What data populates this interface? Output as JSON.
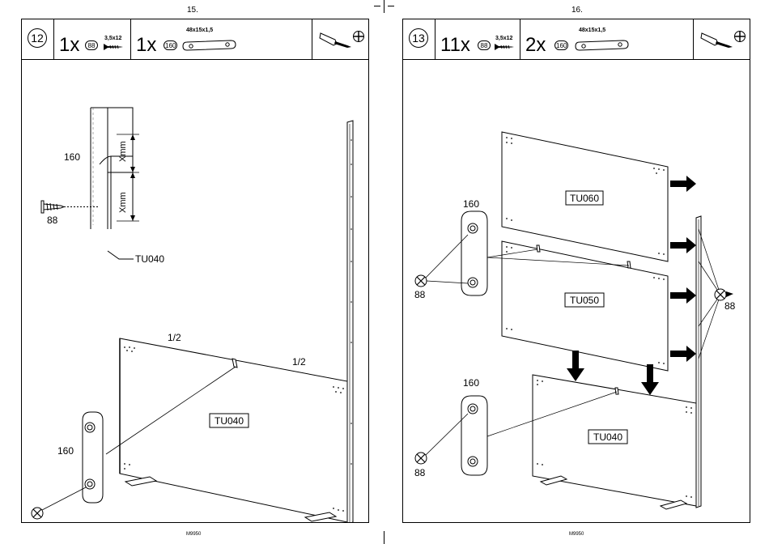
{
  "left_page": {
    "page_number": "15.",
    "step": "12",
    "screw_qty": "1x",
    "screw_code": "88",
    "screw_spec": "3,5x12",
    "plate_qty": "1x",
    "plate_code": "160",
    "plate_spec": "48x15x1,5",
    "detail_plate_label": "160",
    "detail_screw_label": "88",
    "dim_label_top": "Xmm",
    "dim_label_bottom": "Xmm",
    "detail_panel_label": "TU040",
    "half_left": "1/2",
    "half_right": "1/2",
    "panel_label": "TU040",
    "plate_label": "160",
    "screw_label": "88",
    "footer": "M9950"
  },
  "right_page": {
    "page_number": "16.",
    "step": "13",
    "screw_qty": "11x",
    "screw_code": "88",
    "screw_spec": "3,5x12",
    "plate_qty": "2x",
    "plate_code": "160",
    "plate_spec": "48x15x1,5",
    "panel_top_label": "TU060",
    "panel_mid_label": "TU050",
    "panel_bottom_label": "TU040",
    "plate_top_label": "160",
    "screw_left_top_label": "88",
    "screw_right_label": "88",
    "plate_bottom_label": "160",
    "screw_left_bottom_label": "88",
    "footer": "M9950"
  }
}
